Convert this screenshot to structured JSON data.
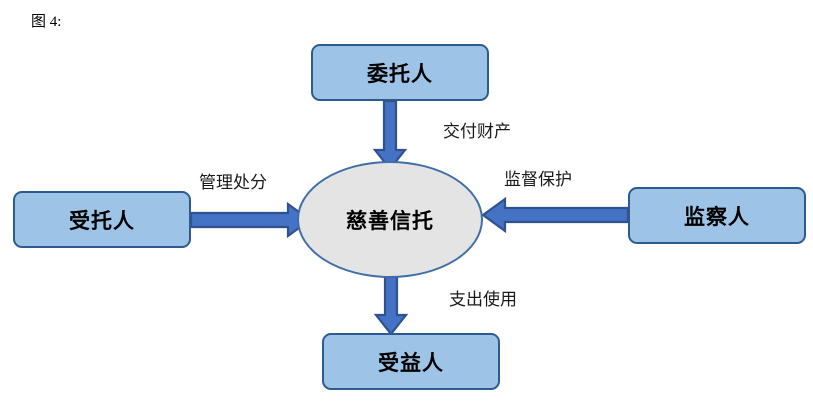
{
  "figure": {
    "caption": "图 4:"
  },
  "diagram": {
    "type": "relationship-diagram",
    "center": {
      "id": "charitable-trust",
      "label": "慈善信托",
      "shape": "ellipse",
      "fill": "#e4e4e4",
      "stroke": "#3f6fa8"
    },
    "nodes": [
      {
        "id": "settlor",
        "label": "委托人",
        "position": "top",
        "shape": "rounded-rect",
        "fill": "#9dc3e6",
        "stroke": "#2e5b8f"
      },
      {
        "id": "trustee",
        "label": "受托人",
        "position": "left",
        "shape": "rounded-rect",
        "fill": "#9dc3e6",
        "stroke": "#2e5b8f"
      },
      {
        "id": "supervisor",
        "label": "监察人",
        "position": "right",
        "shape": "rounded-rect",
        "fill": "#9dc3e6",
        "stroke": "#2e5b8f"
      },
      {
        "id": "beneficiary",
        "label": "受益人",
        "position": "bottom",
        "shape": "rounded-rect",
        "fill": "#9dc3e6",
        "stroke": "#2e5b8f"
      }
    ],
    "edges": [
      {
        "id": "deliver",
        "label": "交付财产",
        "from": "settlor",
        "to": "charitable-trust",
        "direction": "down"
      },
      {
        "id": "manage",
        "label": "管理处分",
        "from": "trustee",
        "to": "charitable-trust",
        "direction": "right"
      },
      {
        "id": "supervise",
        "label": "监督保护",
        "from": "supervisor",
        "to": "charitable-trust",
        "direction": "left"
      },
      {
        "id": "spend",
        "label": "支出使用",
        "from": "charitable-trust",
        "to": "beneficiary",
        "direction": "down"
      }
    ],
    "arrow": {
      "fill": "#4472c4",
      "stroke": "#2f528f"
    }
  }
}
